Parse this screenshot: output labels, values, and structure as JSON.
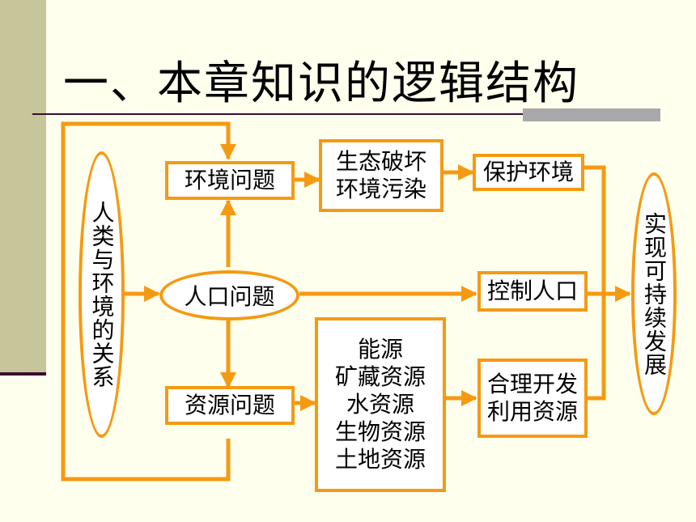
{
  "title": "一、本章知识的逻辑结构",
  "colors": {
    "accent": "#F49A12",
    "background": "#FFFFEE",
    "band": "#C7C59A",
    "rule": "#3A0E2E"
  },
  "nodes": {
    "relation": "人类与环境的关系",
    "population": "人口问题",
    "environment_issue": "环境问题",
    "resource_issue": "资源问题",
    "env_damage": "生态破坏\n环境污染",
    "resource_list": "能源\n矿藏资源\n水资源\n生物资源\n土地资源",
    "protect_env": "保护环境",
    "control_pop": "控制人口",
    "develop_resources": "合理开发\n利用资源",
    "sustainable": "实现可持续发展"
  }
}
